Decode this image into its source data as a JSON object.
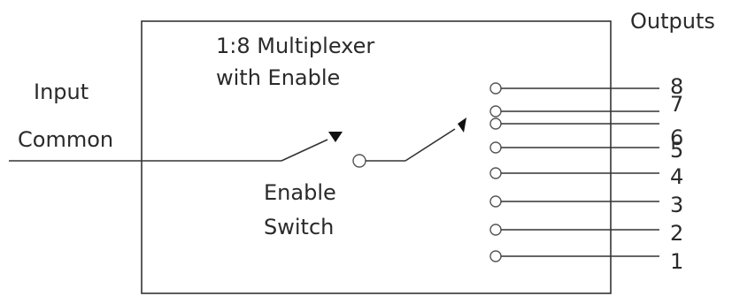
{
  "title_line1": "1:8 Multiplexer",
  "title_line2": "with Enable",
  "input_label_line1": "Input",
  "input_label_line2": "Common",
  "switch_label_line1": "Enable",
  "switch_label_line2": "Switch",
  "outputs_label": "Outputs",
  "outputs": [
    "8",
    "7",
    "6",
    "5",
    "4",
    "3",
    "2",
    "1"
  ],
  "colors": {
    "line": "#333333",
    "arrow": "#111111",
    "text": "#2a2a2a"
  }
}
